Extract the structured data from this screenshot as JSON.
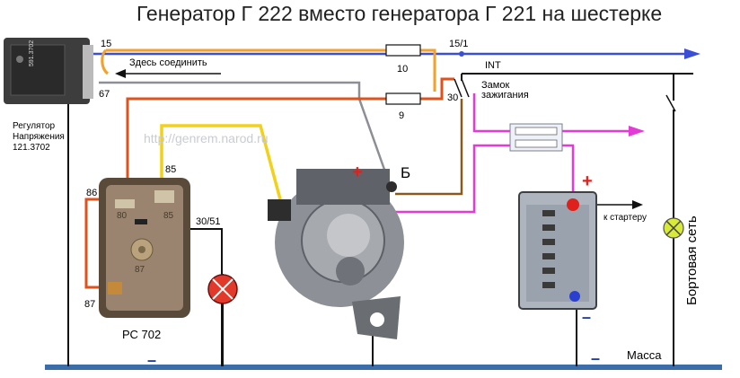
{
  "title": "Генератор Г 222 вместо генератора Г 221 на шестерке",
  "watermark": "http://genrem.narod.ru",
  "regulator": {
    "name_line1": "Регулятор",
    "name_line2": "Напряжения",
    "name_line3": "121.3702",
    "body_text": "591.3702",
    "terminal_15": "15",
    "terminal_67": "67",
    "connect_note": "Здесь соединить"
  },
  "fuses": {
    "fuse_a": "10",
    "fuse_b": "9"
  },
  "ignition": {
    "terminal_15_1": "15/1",
    "terminal_int": "INT",
    "terminal_30": "30",
    "label_line1": "Замок",
    "label_line2": "зажигания"
  },
  "relay": {
    "name": "РС 702",
    "terminal_86": "86",
    "terminal_85": "85",
    "terminal_87": "87",
    "terminal_30_51": "30/51",
    "pin_80": "80",
    "pin_85": "85",
    "pin_87": "87"
  },
  "generator": {
    "terminal_b": "Б",
    "plus": "+"
  },
  "battery": {
    "plus": "+",
    "minus": "–",
    "to_starter": "к стартеру"
  },
  "ground": {
    "label": "Масса",
    "minus_left": "–"
  },
  "onboard": {
    "label": "Бортовая сеть"
  },
  "colors": {
    "blue": "#3b4fd6",
    "orange": "#f2a12c",
    "red_orange": "#e0521c",
    "yellow": "#f2d11a",
    "brown": "#8a5a1c",
    "magenta": "#e43ad6",
    "ground": "#3b6ea8",
    "gray": "#8d8f94"
  }
}
